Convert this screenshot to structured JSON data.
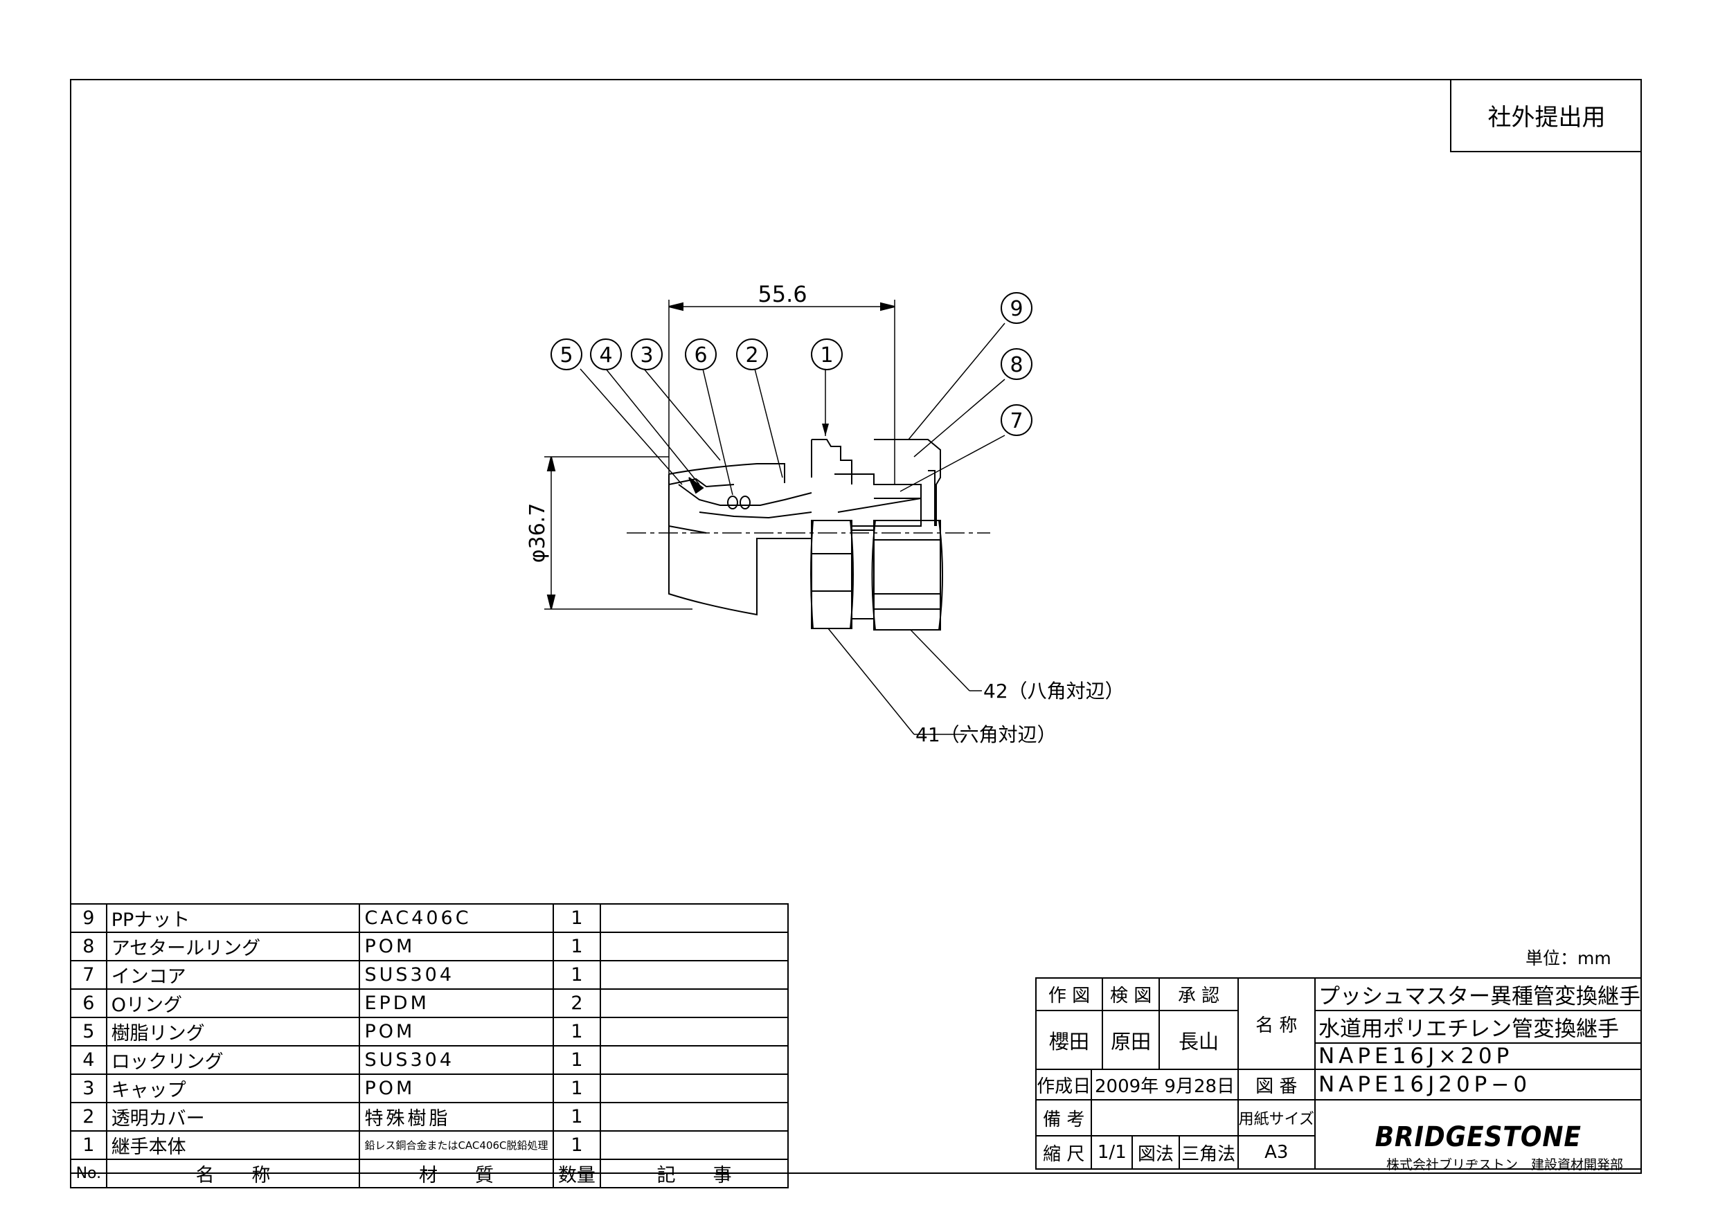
{
  "stamp": "社外提出用",
  "dimensions": {
    "length": "55.6",
    "diameter": "φ36.7",
    "hex41": "41（六角対辺）",
    "oct42": "42（八角対辺）"
  },
  "balloons": [
    "5",
    "4",
    "3",
    "6",
    "2",
    "1",
    "9",
    "8",
    "7"
  ],
  "parts": [
    {
      "no": "9",
      "name": "PPナット",
      "material": "CAC406C",
      "qty": "1",
      "note": ""
    },
    {
      "no": "8",
      "name": "アセタールリング",
      "material": "POM",
      "qty": "1",
      "note": ""
    },
    {
      "no": "7",
      "name": "インコア",
      "material": "SUS304",
      "qty": "1",
      "note": ""
    },
    {
      "no": "6",
      "name": "Oリング",
      "material": "EPDM",
      "qty": "2",
      "note": ""
    },
    {
      "no": "5",
      "name": "樹脂リング",
      "material": "POM",
      "qty": "1",
      "note": ""
    },
    {
      "no": "4",
      "name": "ロックリング",
      "material": "SUS304",
      "qty": "1",
      "note": ""
    },
    {
      "no": "3",
      "name": "キャップ",
      "material": "POM",
      "qty": "1",
      "note": ""
    },
    {
      "no": "2",
      "name": "透明カバー",
      "material": "特殊樹脂",
      "qty": "1",
      "note": ""
    },
    {
      "no": "1",
      "name": "継手本体",
      "material": "鉛レス銅合金またはCAC406C脱鉛処理",
      "qty": "1",
      "note": ""
    }
  ],
  "parts_header": {
    "no": "No.",
    "name": "名　　称",
    "material": "材　　質",
    "qty": "数量",
    "note": "記　　事"
  },
  "unit": "単位：mm",
  "title_block": {
    "drawn_label": "作 図",
    "checked_label": "検 図",
    "approved_label": "承 認",
    "drawn_by": "櫻田",
    "checked_by": "原田",
    "approved_by": "長山",
    "name_label": "名 称",
    "name_line1": "プッシュマスター異種管変換継手",
    "name_line2": "水道用ポリエチレン管変換継手",
    "name_line3": "NAPE16J×20P",
    "date_label": "作成日",
    "date": "2009年 9月28日",
    "drawing_no_label": "図 番",
    "drawing_no": "NAPE16J20P−0",
    "remarks_label": "備 考",
    "remarks": "",
    "paper_size_label": "用紙サイズ",
    "scale_label": "縮 尺",
    "scale": "1/1",
    "projection_label": "図法",
    "projection": "三角法",
    "paper_size": "A3",
    "logo": "BRIDGESTONE",
    "company": "株式会社ブリヂストン　建設資材開発部"
  }
}
